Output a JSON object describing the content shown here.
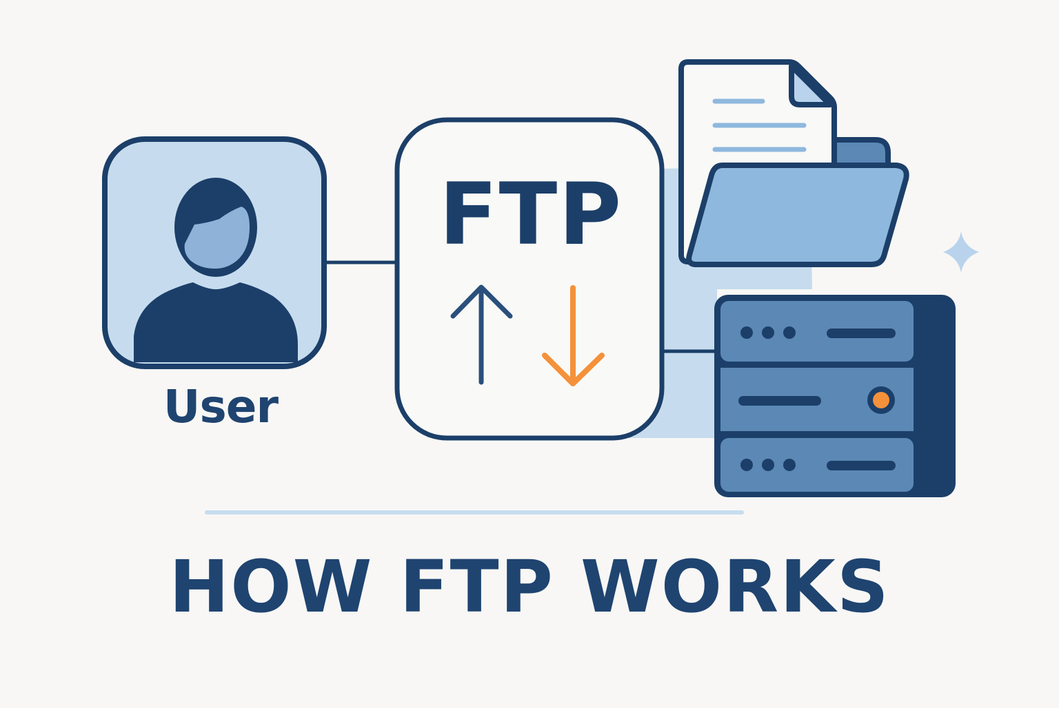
{
  "diagram": {
    "title": "HOW FTP WORKS",
    "nodes": {
      "user": {
        "label": "User",
        "icon": "user-avatar-icon"
      },
      "protocol": {
        "label": "FTP",
        "icons": [
          "upload-arrow-icon",
          "download-arrow-icon"
        ]
      },
      "files": {
        "icons": [
          "document-icon",
          "folder-icon"
        ]
      },
      "server": {
        "icon": "server-rack-icon",
        "status_led": "orange"
      }
    },
    "connections": [
      {
        "from": "user",
        "to": "protocol"
      },
      {
        "from": "protocol",
        "to": "server"
      }
    ],
    "decorations": [
      "sparkle-icon",
      "divider-line"
    ]
  },
  "colors": {
    "background": "#f8f7f5",
    "navy": "#1c3f69",
    "light_blue": "#c6dcee",
    "mid_blue": "#8fb8de",
    "server_blue": "#5b88b5",
    "accent_orange": "#f4913a"
  }
}
